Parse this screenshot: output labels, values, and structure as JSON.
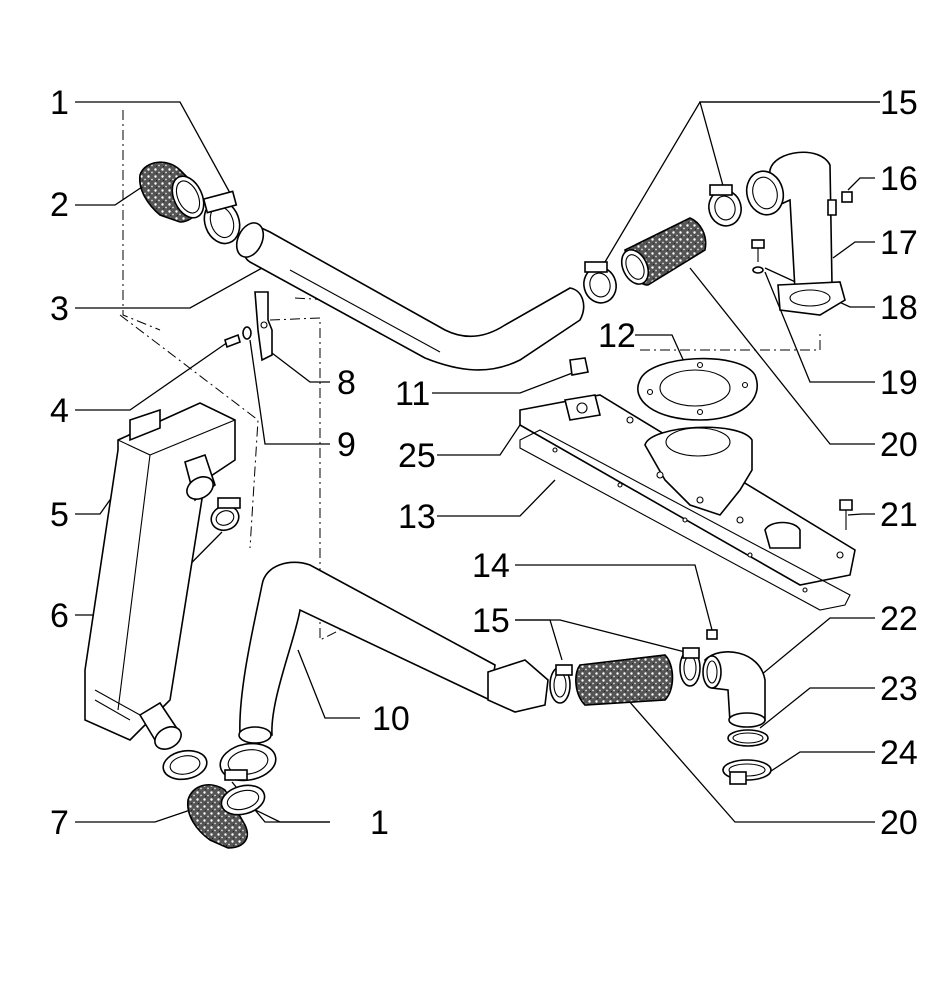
{
  "callouts": [
    {
      "id": "c1a",
      "text": "1"
    },
    {
      "id": "c2",
      "text": "2"
    },
    {
      "id": "c3",
      "text": "3"
    },
    {
      "id": "c4",
      "text": "4"
    },
    {
      "id": "c5",
      "text": "5"
    },
    {
      "id": "c6",
      "text": "6"
    },
    {
      "id": "c7",
      "text": "7"
    },
    {
      "id": "c8",
      "text": "8"
    },
    {
      "id": "c9",
      "text": "9"
    },
    {
      "id": "c10",
      "text": "10"
    },
    {
      "id": "c1b",
      "text": "1"
    },
    {
      "id": "c11",
      "text": "11"
    },
    {
      "id": "c12",
      "text": "12"
    },
    {
      "id": "c25",
      "text": "25"
    },
    {
      "id": "c13",
      "text": "13"
    },
    {
      "id": "c14",
      "text": "14"
    },
    {
      "id": "c15a",
      "text": "15"
    },
    {
      "id": "c15b",
      "text": "15"
    },
    {
      "id": "c16",
      "text": "16"
    },
    {
      "id": "c17",
      "text": "17"
    },
    {
      "id": "c18",
      "text": "18"
    },
    {
      "id": "c19",
      "text": "19"
    },
    {
      "id": "c20a",
      "text": "20"
    },
    {
      "id": "c21",
      "text": "21"
    },
    {
      "id": "c22",
      "text": "22"
    },
    {
      "id": "c23",
      "text": "23"
    },
    {
      "id": "c24",
      "text": "24"
    },
    {
      "id": "c20b",
      "text": "20"
    }
  ]
}
